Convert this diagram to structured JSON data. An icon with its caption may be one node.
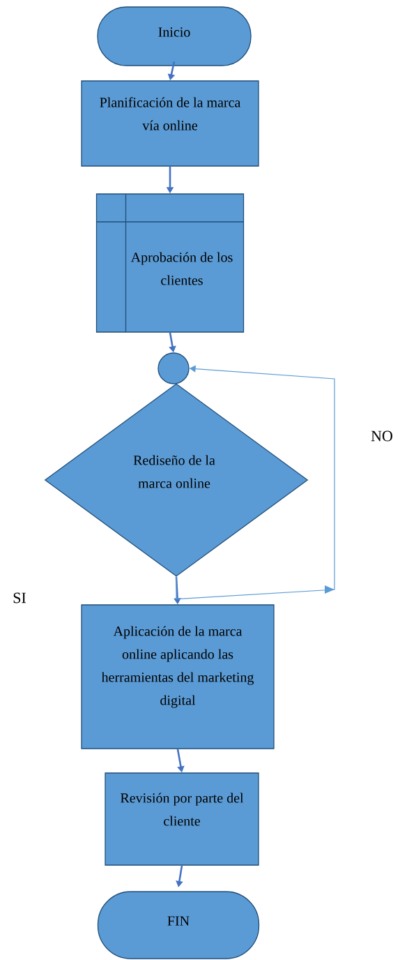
{
  "diagram": {
    "nodes": [
      {
        "text": [
          "Inicio"
        ]
      },
      {
        "text": [
          "Planificación de la marca vía online"
        ]
      },
      {
        "text": [
          "Aprobación de los clientes"
        ]
      },
      {
        "text": [],
        "shape": "circle"
      },
      {
        "text": [
          "Rediseño de la marca online"
        ]
      },
      {
        "text": [
          "Aplicación de la marca online aplicando las herramientas del marketing digital"
        ]
      },
      {
        "text": [
          "Revisión por parte del cliente"
        ]
      },
      {
        "text": [
          "FIN"
        ]
      }
    ],
    "edges": [
      {
        "from": 0,
        "to": 1,
        "arrow": "to"
      },
      {
        "from": 1,
        "to": 2,
        "arrow": "to"
      },
      {
        "from": 2,
        "to": 3,
        "arrow": "to"
      },
      {
        "from": 4,
        "to": 5,
        "arrow": "to"
      },
      {
        "from": 4,
        "to": 3,
        "arrow": "to",
        "color": "#5b9bd5"
      },
      {
        "from": 5,
        "to": 6,
        "arrow": "to"
      },
      {
        "from": 6,
        "to": 7,
        "arrow": "to"
      }
    ],
    "labels": [
      "NO",
      "SI"
    ]
  }
}
